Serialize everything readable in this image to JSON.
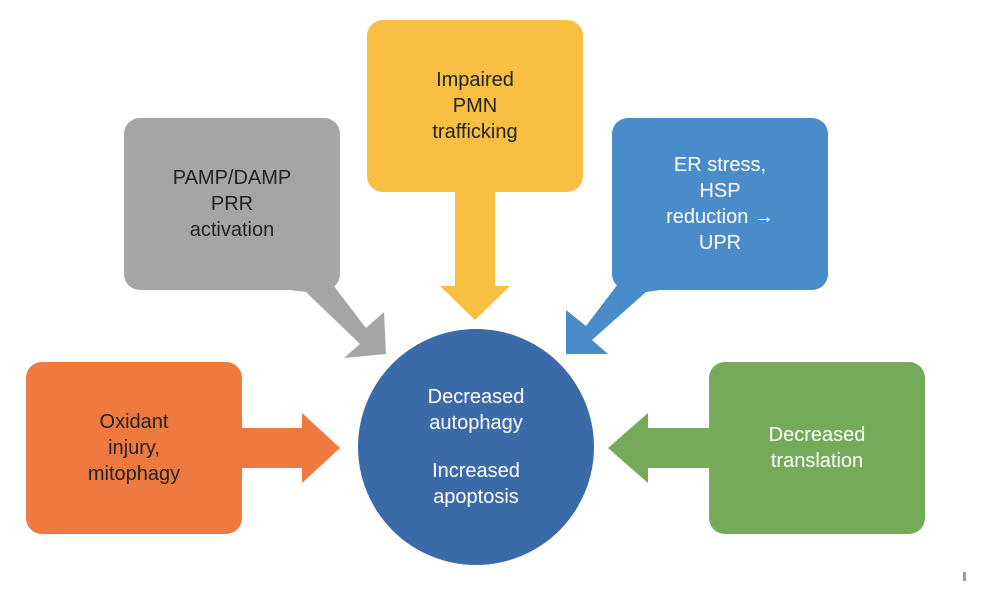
{
  "diagram": {
    "center": {
      "line1": "Decreased\nautophagy",
      "line2": "Increased\napoptosis",
      "color": "#3b6aa9"
    },
    "nodes": [
      {
        "id": "oxidant",
        "label": "Oxidant\ninjury,\nmitophagy",
        "color": "#ee7a3f"
      },
      {
        "id": "pamp",
        "label": "PAMP/DAMP\nPRR\nactivation",
        "color": "#a5a5a5"
      },
      {
        "id": "pmn",
        "label": "Impaired\nPMN\ntrafficking",
        "color": "#f8bf42"
      },
      {
        "id": "er",
        "label": "ER stress,\nHSP\nreduction →\nUPR",
        "color": "#4a8cc9"
      },
      {
        "id": "translation",
        "label": "Decreased\ntranslation",
        "color": "#75ab58"
      }
    ]
  }
}
